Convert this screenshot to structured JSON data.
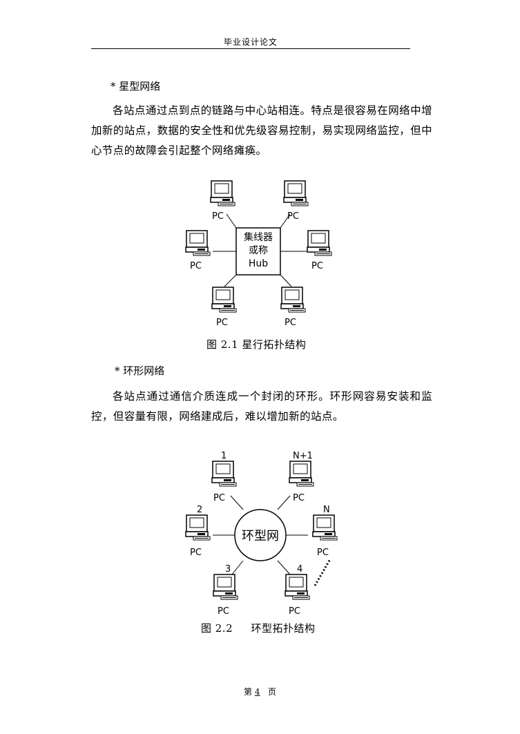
{
  "header": {
    "title": "毕业设计论文"
  },
  "sections": {
    "star": {
      "heading": "* 星型网络",
      "paragraph": "各站点通过点到点的链路与中心站相连。特点是很容易在网络中增加新的站点，数据的安全性和优先级容易控制，易实现网络监控，但中心节点的故障会引起整个网络瘫痪。",
      "figure": {
        "hub_lines": [
          "集线器",
          "或称",
          "Hub"
        ],
        "node_label": "PC",
        "caption": "图 2.1  星行拓扑结构"
      }
    },
    "ring": {
      "heading": "* 环形网络",
      "paragraph": "各站点通过通信介质连成一个封闭的环形。环形网容易安装和监控，但容量有限，网络建成后，难以增加新的站点。",
      "figure": {
        "ring_label": "环型网",
        "node_label": "PC",
        "node_numbers": [
          "1",
          "N+1",
          "2",
          "N",
          "3",
          "4"
        ],
        "caption": "图 2.2     环型拓扑结构"
      }
    }
  },
  "footer": {
    "prefix": "第",
    "page": "4",
    "suffix": "页"
  }
}
